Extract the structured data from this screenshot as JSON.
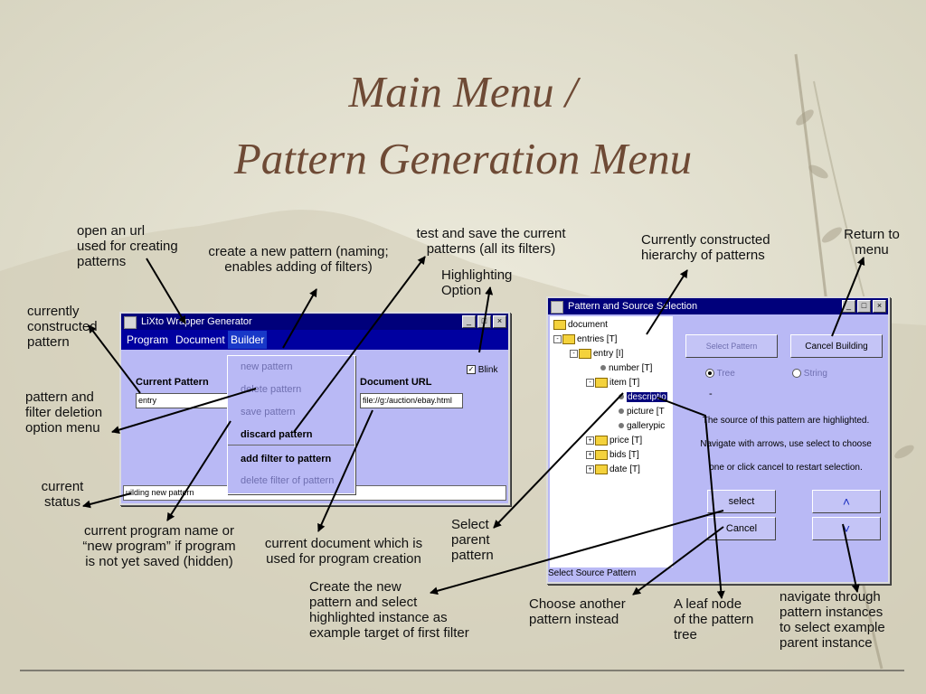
{
  "slide": {
    "title_line1": "Main Menu /",
    "title_line2": "Pattern Generation Menu"
  },
  "annotations": {
    "open_url": [
      "open an url",
      "used for creating",
      "patterns"
    ],
    "create_pattern": [
      "create a new pattern (naming;",
      "enables adding of filters)"
    ],
    "test_save": [
      "test and save the current",
      "patterns (all its filters)"
    ],
    "highlighting": [
      "Highlighting",
      "Option"
    ],
    "hierarchy": [
      "Currently constructed",
      "hierarchy of patterns"
    ],
    "return_menu": [
      "Return to",
      "menu"
    ],
    "current_pattern": [
      "currently",
      "constructed",
      "pattern"
    ],
    "deletion_menu": [
      "pattern and",
      "filter deletion",
      "option menu"
    ],
    "current_status": [
      "current",
      "status"
    ],
    "program_name": [
      "current program name or",
      "“new program” if program",
      "is not yet saved (hidden)"
    ],
    "document_desc": [
      "current document which is",
      "used for program creation"
    ],
    "select_parent": [
      "Select",
      "parent",
      "pattern"
    ],
    "create_new": [
      "Create the new",
      "pattern and select",
      "highlighted instance as",
      "example target of first filter"
    ],
    "choose_another": [
      "Choose another",
      "pattern instead"
    ],
    "leaf_node": [
      "A leaf node",
      "of the pattern",
      "tree"
    ],
    "navigate": [
      "navigate through",
      "pattern instances",
      "to select example",
      "parent instance"
    ]
  },
  "wrapper_window": {
    "title": "LiXto Wrapper Generator",
    "menu": {
      "program": "Program",
      "document": "Document",
      "builder": "Builder"
    },
    "builder_menu": {
      "new_pattern": "new pattern",
      "delete_pattern": "delete pattern",
      "save_pattern": "save pattern",
      "discard_pattern": "discard pattern",
      "add_filter": "add filter to pattern",
      "delete_filter": "delete filter of pattern"
    },
    "current_pattern_label": "Current Pattern",
    "current_pattern_value": "entry",
    "document_url_label": "Document URL",
    "document_url_value": "file://g:/auction/ebay.html",
    "blink_label": "Blink",
    "status": "uilding new pattern"
  },
  "selection_window": {
    "title": "Pattern and Source Selection",
    "tree": {
      "document": "document",
      "entries": "entries [T]",
      "entry": "entry [I]",
      "number": "number [T]",
      "item": "item [T]",
      "description": "descriptio",
      "picture": "picture [T",
      "gallerypic": "gallerypic",
      "price": "price [T]",
      "bids": "bids [T]",
      "date": "date [T]"
    },
    "select_pattern_btn": "Select Pattern",
    "cancel_building_btn": "Cancel Building",
    "radio_tree": "Tree",
    "radio_string": "String",
    "dash": "-",
    "info_line1": "The source of this pattern are highlighted.",
    "info_line2": "Navigate with arrows, use select to choose",
    "info_line3": "one or click cancel to restart selection.",
    "select_btn": "select",
    "cancel_btn": "Cancel",
    "up_btn": "˄",
    "down_btn": "˅",
    "status": "Select Source Pattern"
  },
  "colors": {
    "title": "#6e4a35",
    "window_bg": "#b9b9f5",
    "titlebar": "#00007b",
    "menubar": "#0000a0"
  }
}
